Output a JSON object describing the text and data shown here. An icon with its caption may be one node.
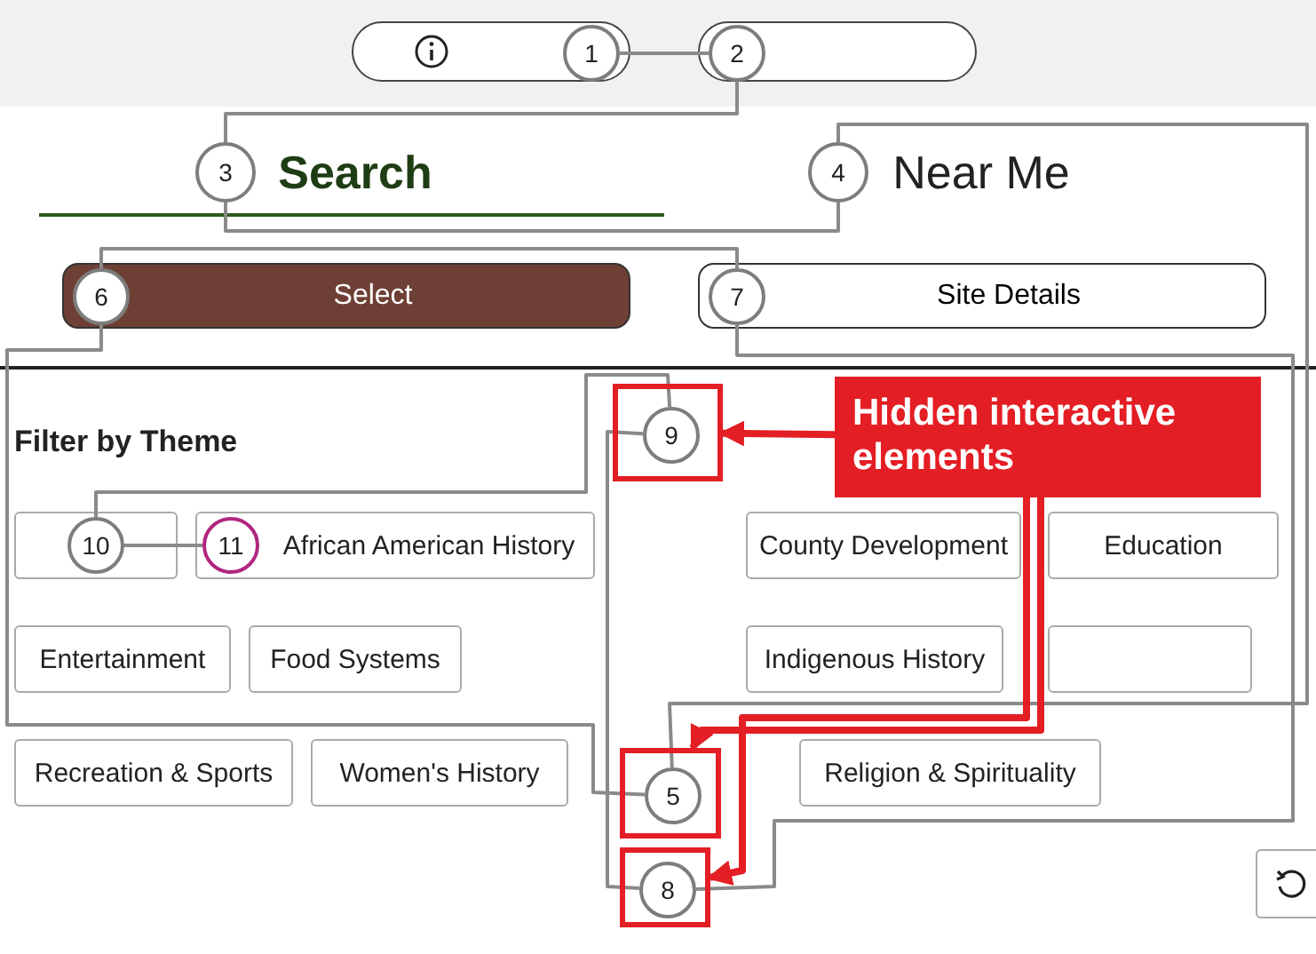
{
  "diagram": {
    "nodes": [
      {
        "text": [
          "1"
        ],
        "in": 15
      },
      {
        "text": [
          "2"
        ],
        "in": 16
      },
      {
        "text": [
          "3"
        ]
      },
      {
        "text": [
          "4"
        ]
      },
      {
        "text": [],
        "shape": "box"
      },
      {
        "text": [
          "5"
        ],
        "in": 4
      },
      {
        "text": [
          "6"
        ],
        "in": 17
      },
      {
        "text": [
          "7"
        ],
        "in": 18
      },
      {
        "text": [],
        "shape": "box"
      },
      {
        "text": [
          "8"
        ],
        "in": 8
      },
      {
        "text": [],
        "shape": "box"
      },
      {
        "text": [
          "9"
        ],
        "in": 10
      },
      {
        "text": [
          "10"
        ],
        "in": 19
      },
      {
        "text": [
          "11"
        ],
        "in": 20
      },
      {
        "text": [
          "Hidden interactive elements"
        ]
      },
      {
        "text": [],
        "shape": "box"
      },
      {
        "text": [],
        "shape": "box"
      },
      {
        "text": [
          "Select"
        ]
      },
      {
        "text": [
          "Site Details"
        ]
      },
      {
        "text": [],
        "shape": "box"
      },
      {
        "text": [
          "African American History"
        ]
      },
      {
        "text": [
          "County Development"
        ]
      },
      {
        "text": [
          "Education"
        ]
      },
      {
        "text": [
          "Entertainment"
        ]
      },
      {
        "text": [
          "Food Systems"
        ]
      },
      {
        "text": [
          "Indigenous History"
        ]
      },
      {
        "text": [],
        "shape": "box"
      },
      {
        "text": [
          "Recreation & Sports"
        ]
      },
      {
        "text": [
          "Women's History"
        ]
      },
      {
        "text": [
          "Religion & Spirituality"
        ]
      },
      {
        "text": [],
        "shape": "box"
      }
    ],
    "edges": [
      {
        "from": 0,
        "to": 1,
        "arrow": "none"
      },
      {
        "from": 1,
        "to": 2,
        "arrow": "none"
      },
      {
        "from": 2,
        "to": 3,
        "arrow": "none"
      },
      {
        "from": 3,
        "to": 5,
        "arrow": "none"
      },
      {
        "from": 5,
        "to": 6,
        "arrow": "none"
      },
      {
        "from": 6,
        "to": 7,
        "arrow": "none"
      },
      {
        "from": 7,
        "to": 9,
        "arrow": "none"
      },
      {
        "from": 9,
        "to": 11,
        "arrow": "none"
      },
      {
        "from": 11,
        "to": 12,
        "arrow": "none"
      },
      {
        "from": 12,
        "to": 13,
        "arrow": "none"
      },
      {
        "from": 14,
        "to": 10,
        "arrow": "to",
        "style": "thick",
        "color": "#e31e24"
      },
      {
        "from": 14,
        "to": 4,
        "arrow": "to",
        "style": "thick",
        "color": "#e31e24"
      },
      {
        "from": 14,
        "to": 8,
        "arrow": "to",
        "style": "thick",
        "color": "#e31e24"
      }
    ],
    "labels": [
      "Search",
      "Near Me",
      "Filter by Theme"
    ]
  }
}
